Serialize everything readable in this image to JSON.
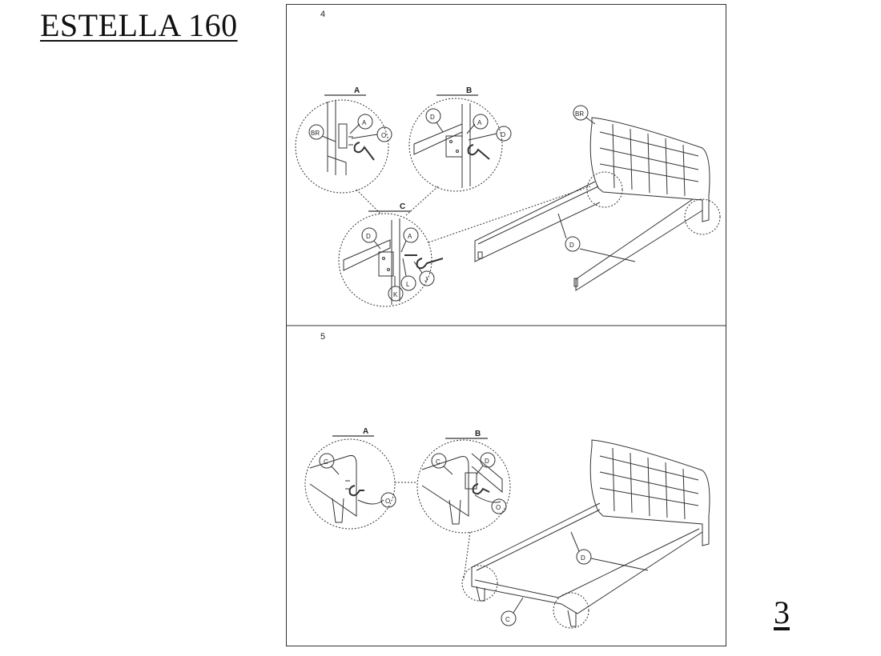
{
  "document": {
    "title": "ESTELLA 160",
    "page_number": "3"
  },
  "steps": [
    {
      "number": "4",
      "details": [
        {
          "id": "A",
          "parts": [
            "BR",
            "A",
            "O"
          ]
        },
        {
          "id": "B",
          "parts": [
            "D",
            "A",
            "O"
          ]
        },
        {
          "id": "C",
          "parts": [
            "D",
            "A",
            "J",
            "L",
            "K"
          ]
        }
      ],
      "main_parts": [
        "BR",
        "D"
      ]
    },
    {
      "number": "5",
      "details": [
        {
          "id": "A",
          "parts": [
            "C",
            "O"
          ]
        },
        {
          "id": "B",
          "parts": [
            "C",
            "D",
            "O"
          ]
        }
      ],
      "main_parts": [
        "D",
        "C"
      ]
    }
  ]
}
